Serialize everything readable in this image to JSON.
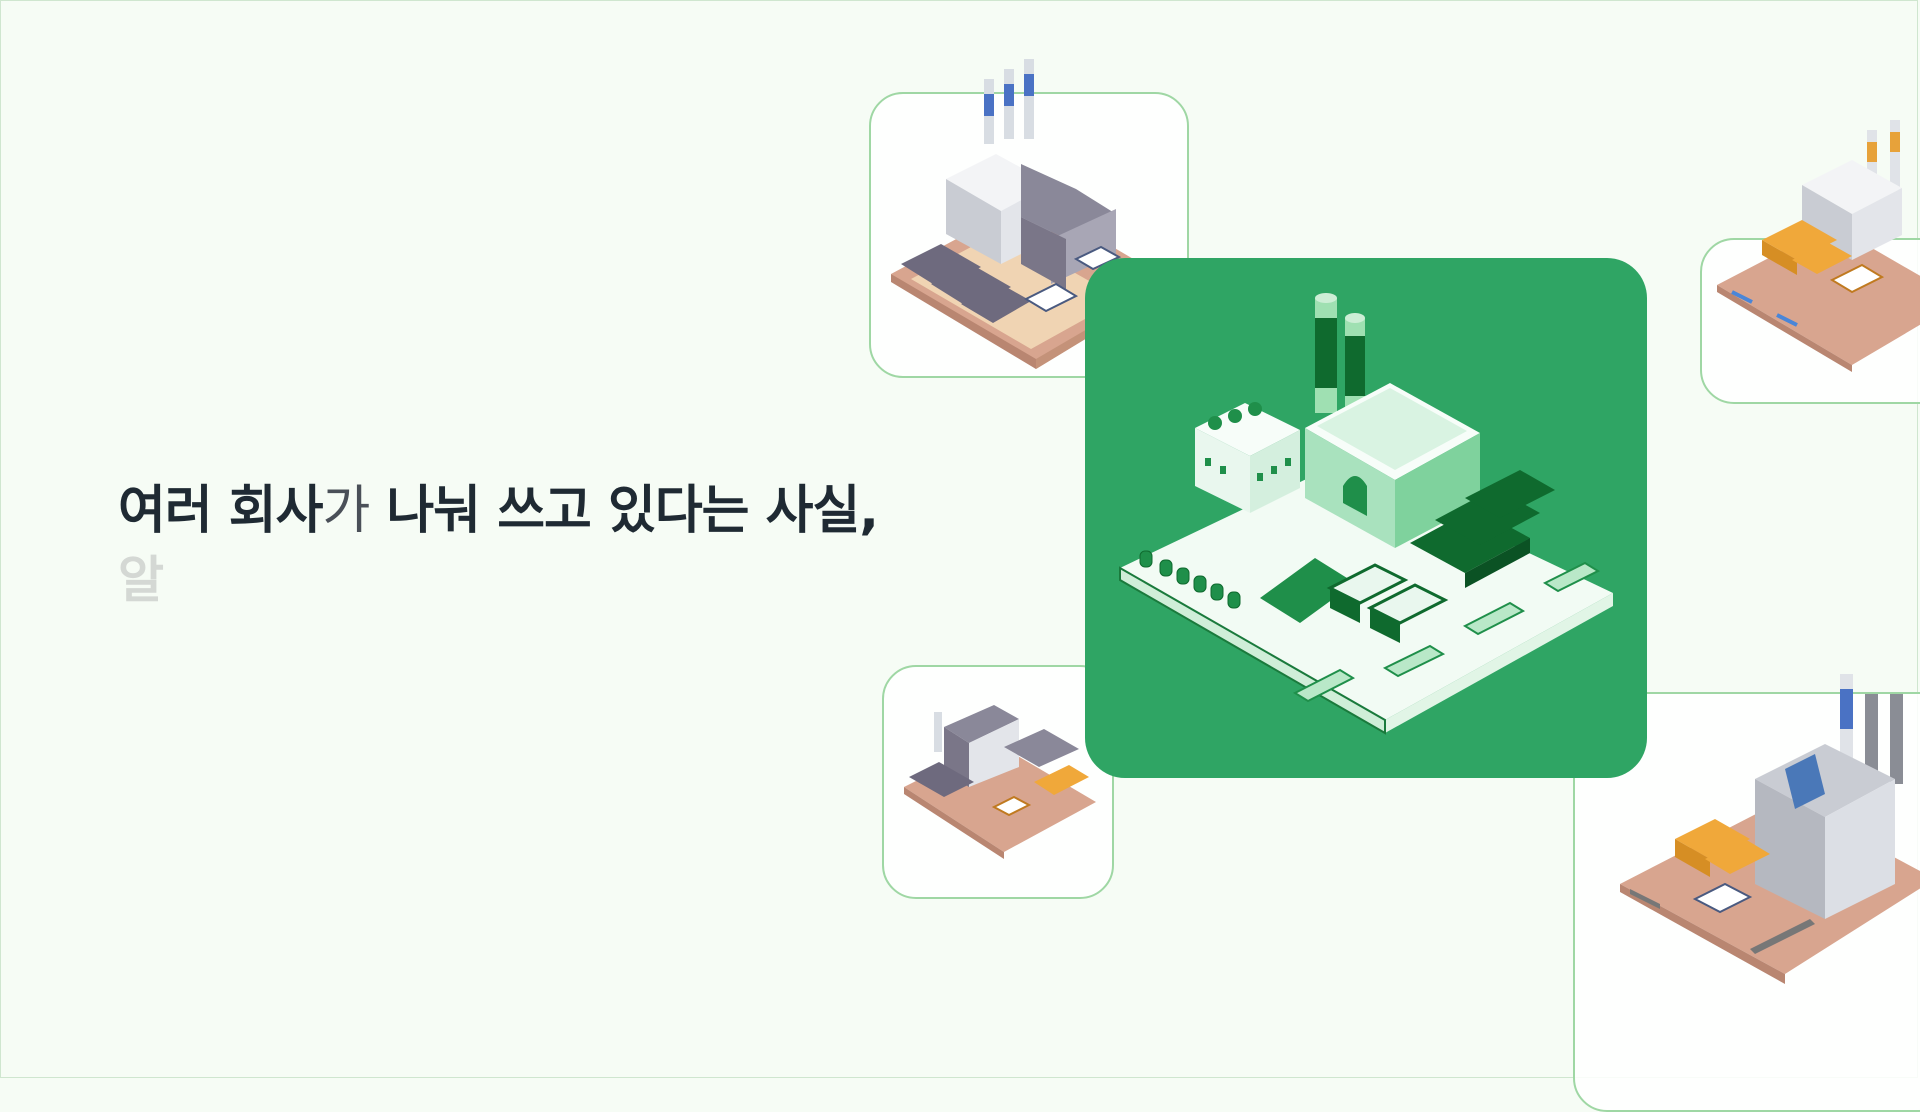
{
  "headline": {
    "part1": "여러 회사",
    "part2": "가",
    "part3": " 나눠 쓰고 있다는 사실,"
  },
  "subline": "알",
  "colors": {
    "background": "#f6fcf5",
    "card_border": "#9fd7a4",
    "panel_green": "#2fa564",
    "headline": "#1f2a33",
    "subline_fade": "#d4d8d4"
  },
  "illustrations": [
    "factory-top-left-icon",
    "central-green-factory-icon",
    "factory-right-icon",
    "factory-small-left-icon",
    "factory-bottom-right-icon"
  ]
}
